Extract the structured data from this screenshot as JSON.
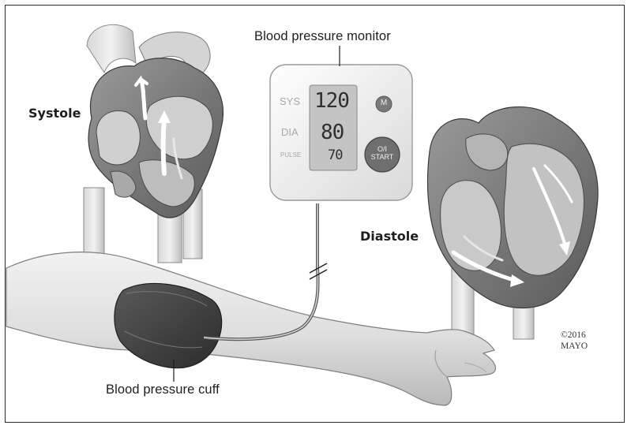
{
  "callouts": {
    "monitor": "Blood pressure monitor",
    "cuff": "Blood pressure cuff"
  },
  "headings": {
    "systole": "Systole",
    "diastole": "Diastole"
  },
  "monitor": {
    "sys_label": "SYS",
    "sys_value": "120",
    "dia_label": "DIA",
    "dia_value": "80",
    "pulse_label": "PULSE",
    "pulse_value": "70",
    "m_button": "M",
    "power_button_line1": "O/I",
    "power_button_line2": "START"
  },
  "copyright": {
    "year": "©2016",
    "owner": "MAYO"
  },
  "icons": [
    "heart-systole-illustration",
    "heart-diastole-illustration",
    "arm-illustration",
    "cuff-illustration",
    "monitor-device"
  ],
  "colors": {
    "ink": "#1e1e1e",
    "heart_dark": "#4a4a4a",
    "heart_mid": "#8a8a8a",
    "heart_light": "#c9c9c9",
    "skin": "#e6e6e6",
    "cuff": "#3c3c3c",
    "screen": "#c4c4c4"
  }
}
